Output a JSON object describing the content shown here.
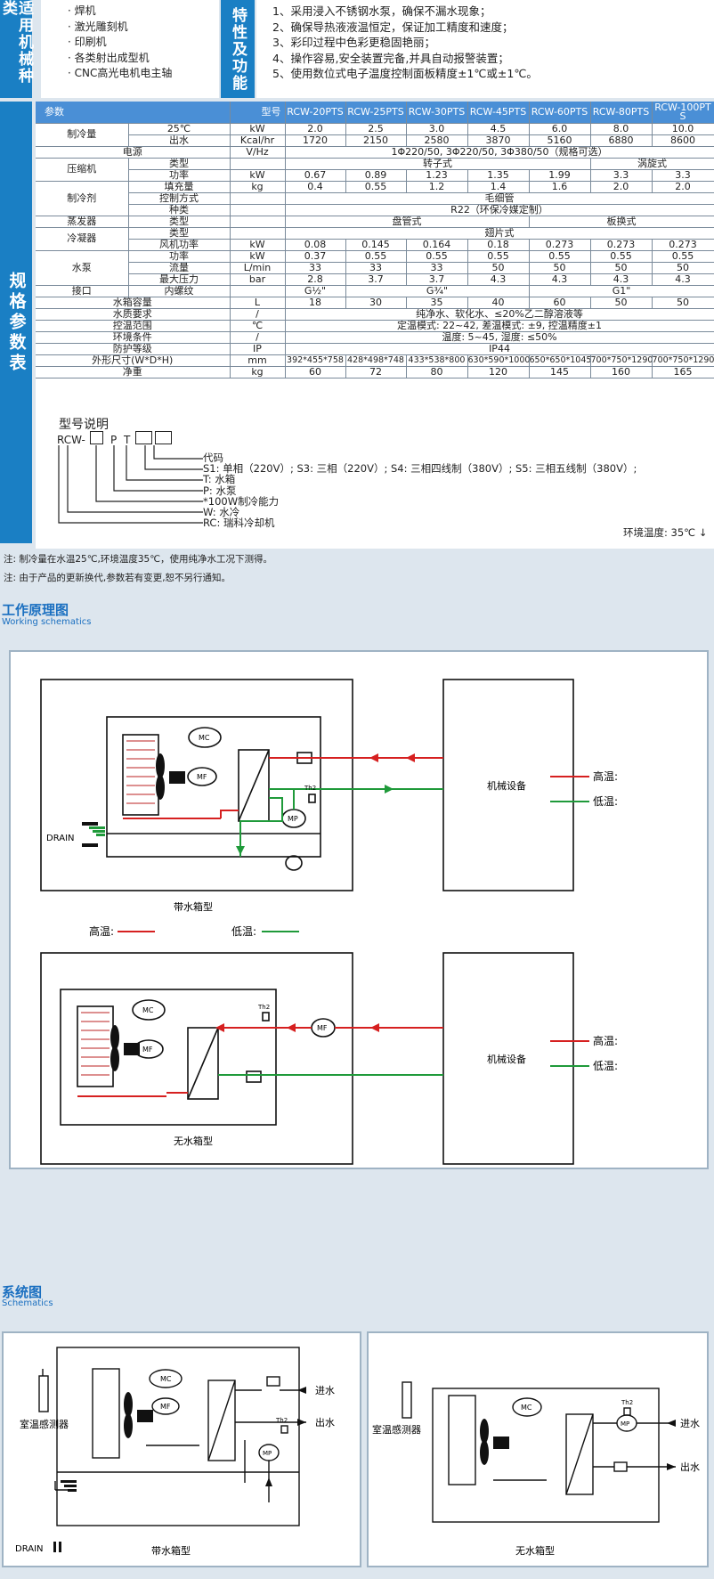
{
  "applications": {
    "title": "适用机械种类",
    "items": [
      "· 焊机",
      "· 激光雕刻机",
      "· 印刷机",
      "· 各类射出成型机",
      "· CNC高光电机电主轴"
    ]
  },
  "features": {
    "title": "特性及功能",
    "items": [
      "1、采用浸入不锈钢水泵，确保不漏水现象；",
      "2、确保导热液液温恒定，保证加工精度和速度；",
      "3、彩印过程中色彩更稳固艳丽；",
      "4、操作容易,安全装置完备,并具自动报警装置；",
      "5、使用数位式电子温度控制面板精度±1℃或±1℃。"
    ]
  },
  "spec": {
    "title": "规格参数表",
    "header": {
      "param": "参数",
      "model": "型号",
      "models": [
        "RCW-20PTS",
        "RCW-25PTS",
        "RCW-30PTS",
        "RCW-45PTS",
        "RCW-60PTS",
        "RCW-80PTS",
        "RCW-100PTS"
      ]
    },
    "r1": {
      "g": "制冷量",
      "s": "25℃",
      "u": "kW",
      "v": [
        "2.0",
        "2.5",
        "3.0",
        "4.5",
        "6.0",
        "8.0",
        "10.0"
      ]
    },
    "r2": {
      "s": "出水",
      "u": "Kcal/hr",
      "v": [
        "1720",
        "2150",
        "2580",
        "3870",
        "5160",
        "6880",
        "8600"
      ]
    },
    "r3": {
      "g": "电源",
      "u": "V/Hz",
      "v": "1Φ220/50, 3Φ220/50, 3Φ380/50（规格可选）"
    },
    "r4": {
      "g": "压缩机",
      "s": "类型",
      "a": "转子式",
      "b": "涡旋式"
    },
    "r5": {
      "s": "功率",
      "u": "kW",
      "v": [
        "0.67",
        "0.89",
        "1.23",
        "1.35",
        "1.99",
        "3.3",
        "3.3"
      ]
    },
    "r6": {
      "g": "制冷剂",
      "s": "填充量",
      "u": "kg",
      "v": [
        "0.4",
        "0.55",
        "1.2",
        "1.4",
        "1.6",
        "2.0",
        "2.0"
      ]
    },
    "r7": {
      "s": "控制方式",
      "v": "毛细管"
    },
    "r8": {
      "s": "种类",
      "v": "R22（环保冷媒定制）"
    },
    "r9": {
      "g": "蒸发器",
      "s": "类型",
      "a": "盘管式",
      "b": "板换式"
    },
    "r10": {
      "g": "冷凝器",
      "s": "类型",
      "v": "翅片式"
    },
    "r11": {
      "s": "风机功率",
      "u": "kW",
      "v": [
        "0.08",
        "0.145",
        "0.164",
        "0.18",
        "0.273",
        "0.273",
        "0.273"
      ]
    },
    "r12": {
      "g": "水泵",
      "s": "功率",
      "u": "kW",
      "v": [
        "0.37",
        "0.55",
        "0.55",
        "0.55",
        "0.55",
        "0.55",
        "0.55"
      ]
    },
    "r13": {
      "s": "流量",
      "u": "L/min",
      "v": [
        "33",
        "33",
        "33",
        "50",
        "50",
        "50",
        "50"
      ]
    },
    "r14": {
      "s": "最大压力",
      "u": "bar",
      "v": [
        "2.8",
        "3.7",
        "3.7",
        "4.3",
        "4.3",
        "4.3",
        "4.3"
      ]
    },
    "r15": {
      "g": "接口",
      "s": "内螺纹",
      "a": "G½\"",
      "b": "G¾\"",
      "c": "G1\""
    },
    "r16": {
      "s": "水箱容量",
      "u": "L",
      "v": [
        "18",
        "30",
        "35",
        "40",
        "60",
        "50",
        "50"
      ]
    },
    "r17": {
      "s": "水质要求",
      "u": "/",
      "v": "纯净水、软化水、≤20%乙二醇溶液等"
    },
    "r18": {
      "s": "控温范围",
      "u": "℃",
      "v": "定温模式: 22~42, 差温模式: ±9, 控温精度±1"
    },
    "r19": {
      "s": "环境条件",
      "u": "/",
      "v": "温度: 5~45, 湿度: ≤50%"
    },
    "r20": {
      "s": "防护等级",
      "u": "IP",
      "v": "IP44"
    },
    "r21": {
      "s": "外形尺寸(W*D*H)",
      "u": "mm",
      "v": [
        "392*455*758",
        "428*498*748",
        "433*538*800",
        "630*590*1000",
        "650*650*1045",
        "700*750*1290",
        "700*750*1290"
      ]
    },
    "r22": {
      "s": "净重",
      "u": "kg",
      "v": [
        "60",
        "72",
        "80",
        "120",
        "145",
        "160",
        "165"
      ]
    }
  },
  "model_desc": {
    "title": "型号说明",
    "prefix": "RCW-",
    "p": "P",
    "t": "T",
    "lines": [
      "代码",
      "S1: 单相（220V）; S3: 三相（220V）; S4: 三相四线制（380V）; S5: 三相五线制（380V）;",
      "T: 水箱",
      "P: 水泵",
      "*100W制冷能力",
      "W: 水冷",
      "RC: 瑞科冷却机"
    ],
    "ambient": "环境温度: 35℃ ↓"
  },
  "notes": [
    "注: 制冷量在水温25℃,环境温度35℃，使用纯净水工况下测得。",
    "注: 由于产品的更新换代,参数若有变更,恕不另行通知。"
  ],
  "working": {
    "title": "工作原理图",
    "subtitle": "Working schematics",
    "device": "机械设备",
    "with_tank": "带水箱型",
    "without_tank": "无水箱型",
    "high": "高温:",
    "low": "低温:",
    "drain": "DRAIN",
    "mc": "MC",
    "mf": "MF",
    "mp": "MP",
    "th2": "Th2"
  },
  "schematics": {
    "title": "系统图",
    "subtitle": "Schematics",
    "sensor": "室温感测器",
    "inlet": "进水",
    "outlet": "出水",
    "with_tank": "带水箱型",
    "without_tank": "无水箱型",
    "drain": "DRAIN"
  },
  "colors": {
    "accent": "#1a7fc4",
    "high": "#d62020",
    "low": "#1f9a3a"
  }
}
